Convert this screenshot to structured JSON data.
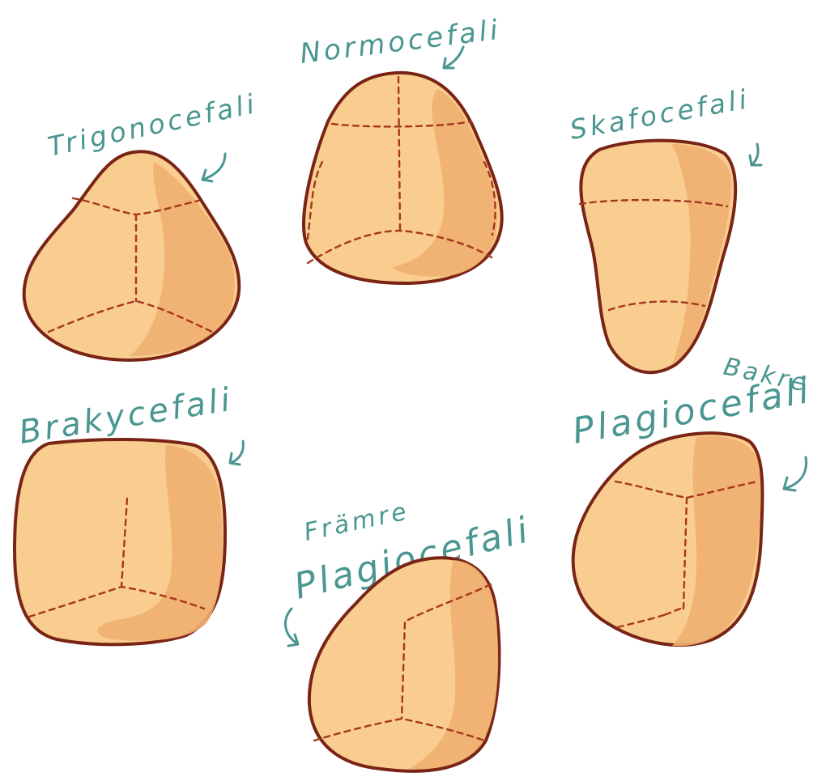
{
  "labels": {
    "normocefali": "Normocefali",
    "trigonocefali": "Trigonocefali",
    "skafocefali": "Skafocefali",
    "brakycefali": "Brakycefali",
    "bakre_prefix": "Bakre",
    "bakre_main": "Plagiocefali",
    "framre_prefix": "Främre",
    "framre_main": "Plagiocefali"
  },
  "colors": {
    "skull_fill": "#f8cd8f",
    "skull_shade": "#eeb071",
    "skull_outline": "#7a2416",
    "suture": "#a8361f",
    "label_text": "#4a9690"
  }
}
